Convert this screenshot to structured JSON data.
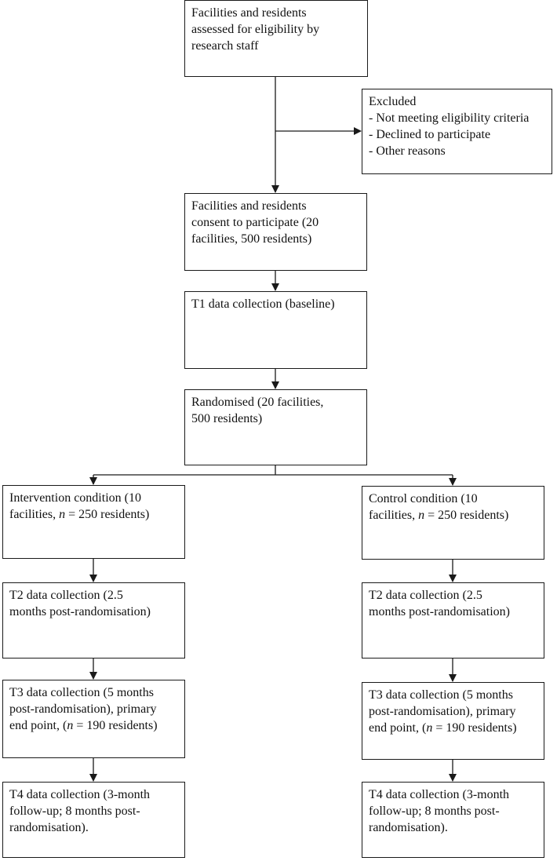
{
  "boxes": {
    "assessed": "Facilities and residents\nassessed for eligibility  by\nresearch staff",
    "excluded_title": "Excluded",
    "excluded_items": [
      "- Not meeting eligibility criteria",
      "- Declined to participate",
      "- Other reasons"
    ],
    "consent": "Facilities and residents\nconsent to participate (20\nfacilities, 500 residents)",
    "t1": "T1 data collection (baseline)",
    "randomised": "Randomised (20 facilities,\n500 residents)",
    "left": {
      "condition_a": "Intervention condition (10\nfacilities, ",
      "condition_n": "n",
      "condition_b": " = 250 residents)",
      "t2": "T2 data collection (2.5\nmonths post-randomisation)",
      "t3_a": "T3 data collection (5 months\npost-randomisation), primary\nend point, (",
      "t3_n": "n",
      "t3_b": " = 190 residents)",
      "t4": "T4 data collection (3-month\nfollow-up; 8 months post-\nrandomisation)."
    },
    "right": {
      "condition_a": "Control condition (10\nfacilities, ",
      "condition_n": "n",
      "condition_b": " = 250 residents)",
      "t2": "T2 data collection (2.5\nmonths post-randomisation)",
      "t3_a": "T3 data collection (5 months\npost-randomisation), primary\nend point, (",
      "t3_n": "n",
      "t3_b": " = 190 residents)",
      "t4": "T4 data collection (3-month\nfollow-up; 8 months post-\nrandomisation)."
    }
  }
}
